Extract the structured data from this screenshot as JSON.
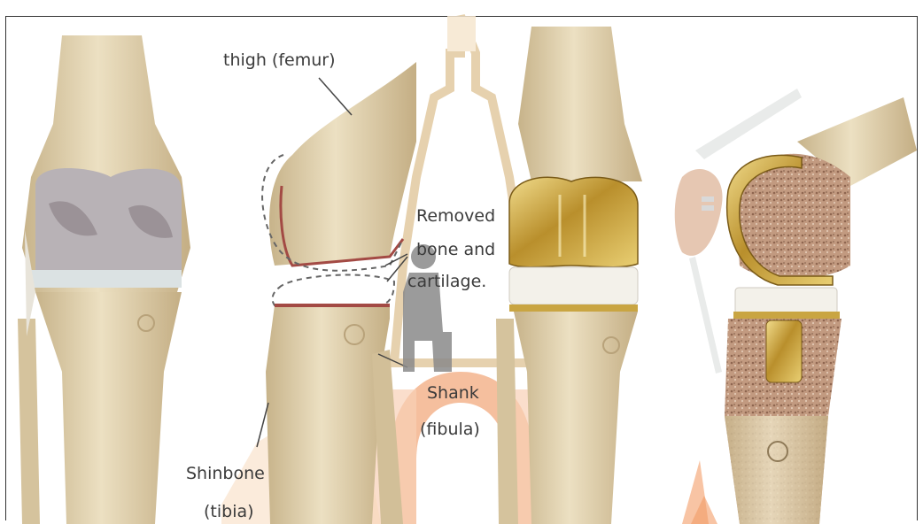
{
  "labels": {
    "femur": "thigh (femur)",
    "removed_line1": "Removed",
    "removed_line2": "bone and",
    "removed_line3": "cartilage.",
    "shank_line1": "Shank",
    "shank_line2": "(fibula)",
    "shin_line1": "Shinbone",
    "shin_line2": "(tibia)"
  },
  "colors": {
    "bone": "#e6d7b5",
    "bone_shadow": "#c9b48a",
    "cartilage": "#c6c2c7",
    "cut_edge": "#a34a44",
    "metal_gold": "#c9a542",
    "poly_white": "#f3f1ea",
    "spongy_bone": "#b98f76",
    "watermark_orange": "#f08a4b",
    "watermark_brown": "#a8803a"
  },
  "icons": [
    "watermark-emblem",
    "patella-component"
  ]
}
